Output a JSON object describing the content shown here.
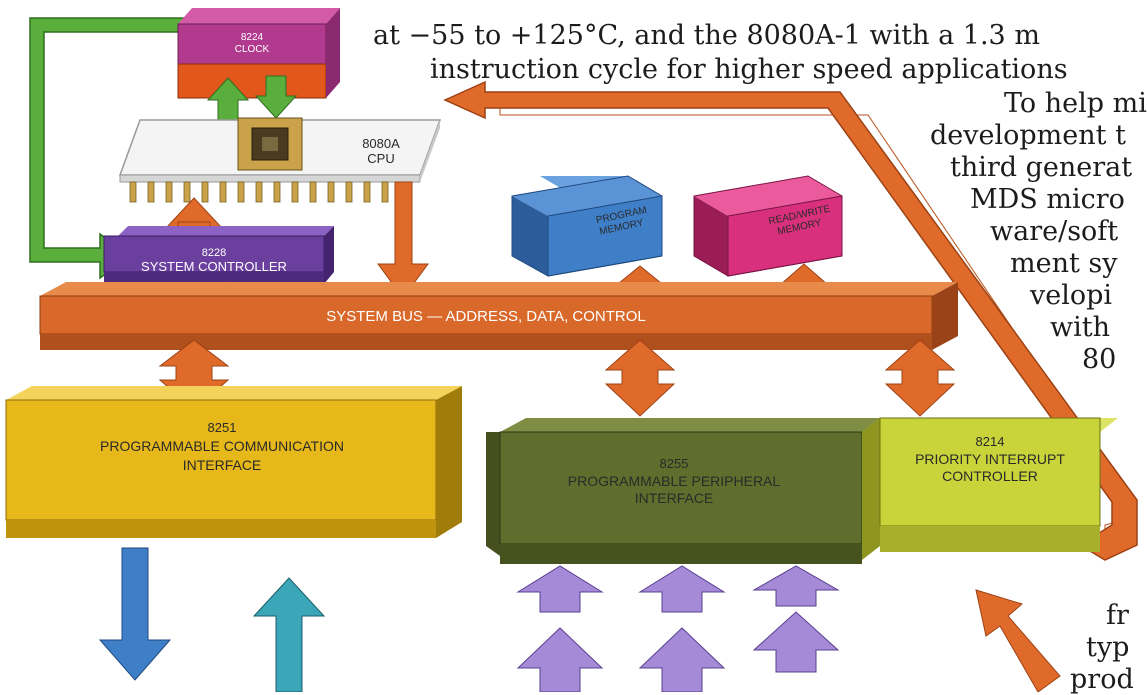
{
  "prose": {
    "line1": "at −55 to +125°C, and the 8080A-1 with a 1.3 m",
    "line2": "instruction cycle for higher speed applications",
    "fragments": [
      "To help mi",
      "development t",
      "third generat",
      "MDS micro",
      "ware/soft",
      "ment sy",
      "velopi",
      "with",
      "80",
      "fr",
      "typ",
      "prod"
    ]
  },
  "blocks": {
    "clock": {
      "number": "8224",
      "name": "CLOCK"
    },
    "cpu": {
      "number": "8080A",
      "name": "CPU"
    },
    "system_controller": {
      "number": "8228",
      "name": "SYSTEM CONTROLLER"
    },
    "program_memory": {
      "line1": "PROGRAM",
      "line2": "MEMORY"
    },
    "rw_memory": {
      "line1": "READ/WRITE",
      "line2": "MEMORY"
    },
    "system_bus": {
      "label": "SYSTEM BUS — ADDRESS, DATA, CONTROL"
    },
    "comm_interface": {
      "number": "8251",
      "line1": "PROGRAMMABLE COMMUNICATION",
      "line2": "INTERFACE"
    },
    "peripheral_interface": {
      "number": "8255",
      "line1": "PROGRAMMABLE PERIPHERAL",
      "line2": "INTERFACE"
    },
    "interrupt_controller": {
      "number": "8214",
      "line1": "PRIORITY INTERRUPT",
      "line2": "CONTROLLER"
    }
  },
  "colors": {
    "bus": "#d9692a",
    "clock_top": "#b13a8f",
    "clock_bottom": "#e2571c",
    "cpu": "#ffffff",
    "controller": "#6b3f9e",
    "program_memory": "#3f7fc8",
    "rw_memory": "#d8307c",
    "comm": "#e6b81a",
    "peripheral": "#5f6e2c",
    "interrupt": "#c8d43a",
    "clock_arrow": "#5aae3c",
    "io_arrows": "#a58ad8"
  }
}
